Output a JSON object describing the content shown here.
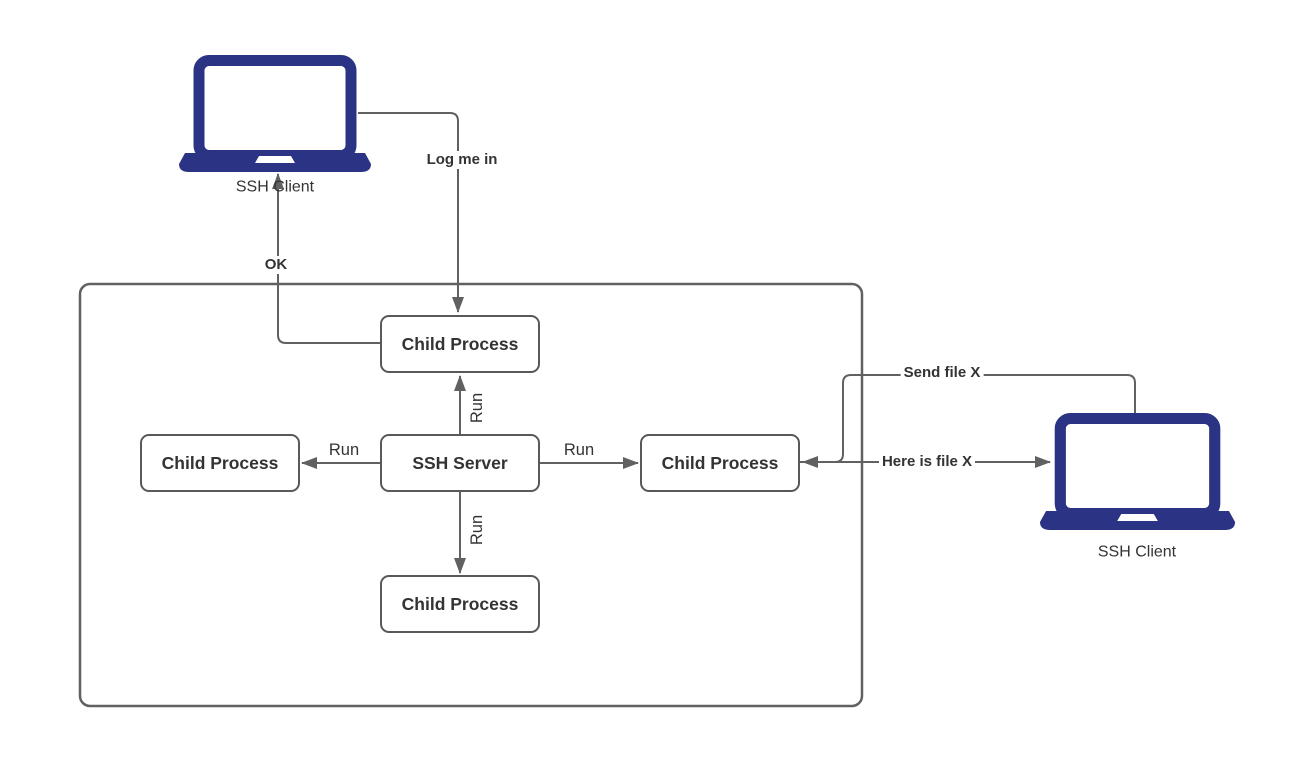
{
  "nodes": {
    "ssh_client_left": {
      "label": "SSH Client"
    },
    "ssh_client_right": {
      "label": "SSH Client"
    },
    "ssh_server": {
      "label": "SSH Server"
    },
    "child_top": {
      "label": "Child Process"
    },
    "child_left": {
      "label": "Child Process"
    },
    "child_right": {
      "label": "Child Process"
    },
    "child_bottom": {
      "label": "Child Process"
    }
  },
  "edges": {
    "log_me_in": {
      "label": "Log me in"
    },
    "ok": {
      "label": "OK"
    },
    "run_up": {
      "label": "Run"
    },
    "run_left": {
      "label": "Run"
    },
    "run_right": {
      "label": "Run"
    },
    "run_down": {
      "label": "Run"
    },
    "send_file": {
      "label": "Send file X"
    },
    "here_is_file": {
      "label": "Here is file X"
    }
  },
  "colors": {
    "laptop_fill": "#2b3384",
    "connector": "#616161",
    "node_border": "#595959",
    "node_text": "#333333",
    "background": "#ffffff"
  }
}
